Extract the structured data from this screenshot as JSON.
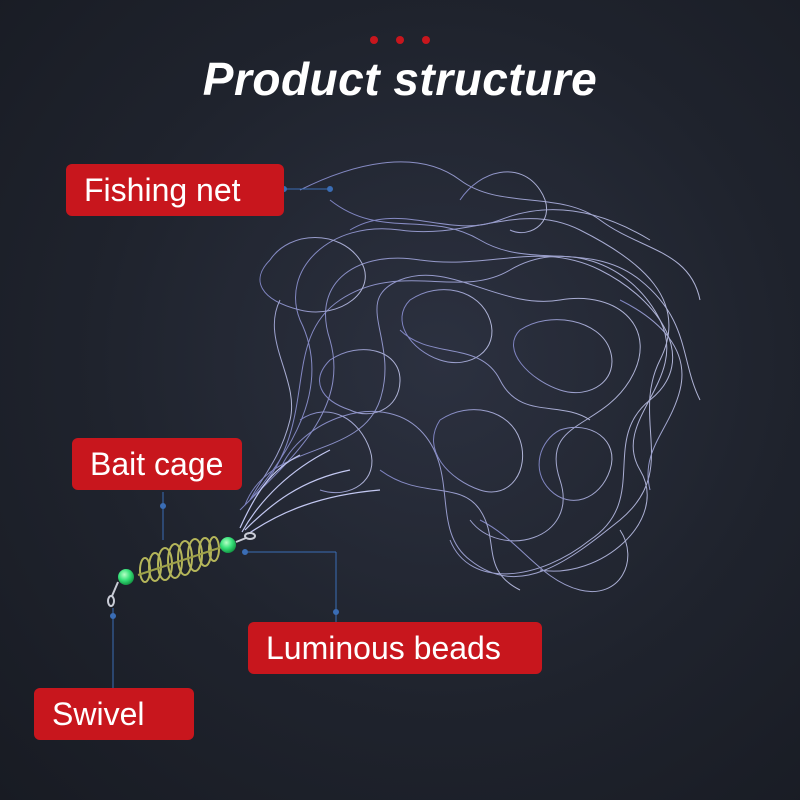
{
  "title": "Product structure",
  "accent_color": "#c8161d",
  "labels": {
    "fishing_net": "Fishing net",
    "bait_cage": "Bait cage",
    "luminous_beads": "Luminous beads",
    "swivel": "Swivel"
  },
  "icons": [
    "fishing-net-illustration",
    "bait-cage-spring-illustration",
    "luminous-bead-icon",
    "swivel-icon"
  ]
}
